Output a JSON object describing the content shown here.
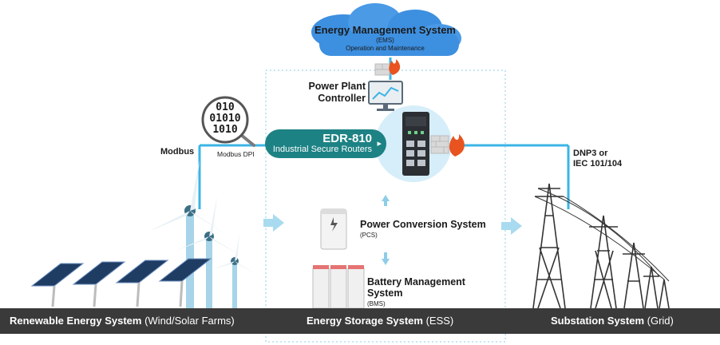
{
  "ems": {
    "title": "Energy Management System",
    "line1": "(EMS)",
    "line2": "Operation and Maintenance"
  },
  "controller": {
    "line1": "Power Plant",
    "line2": "Controller"
  },
  "edr": {
    "title": "EDR-810",
    "subtitle": "Industrial Secure Routers"
  },
  "protocols": {
    "modbus": "Modbus",
    "modbus_dpi": "Modbus DPI",
    "dnp3_line1": "DNP3 or",
    "dnp3_line2": "IEC 101/104",
    "binary": [
      "010",
      "01010",
      "1010"
    ]
  },
  "pcs": {
    "title": "Power Conversion System",
    "abbr": "(PCS)"
  },
  "bms": {
    "line1": "Battery Management",
    "line2": "System",
    "abbr": "(BMS)"
  },
  "bottom": {
    "left_bold": "Renewable Energy System",
    "left_normal": " (Wind/Solar Farms)",
    "mid_bold": "Energy Storage System",
    "mid_normal": " (ESS)",
    "right_bold": "Substation System",
    "right_normal": " (Grid)"
  },
  "colors": {
    "line_blue": "#3cb4e6",
    "teal": "#1d8284",
    "bar": "#3a3a3a",
    "fire": "#e8531f",
    "cloud": "#3d8fe0"
  }
}
